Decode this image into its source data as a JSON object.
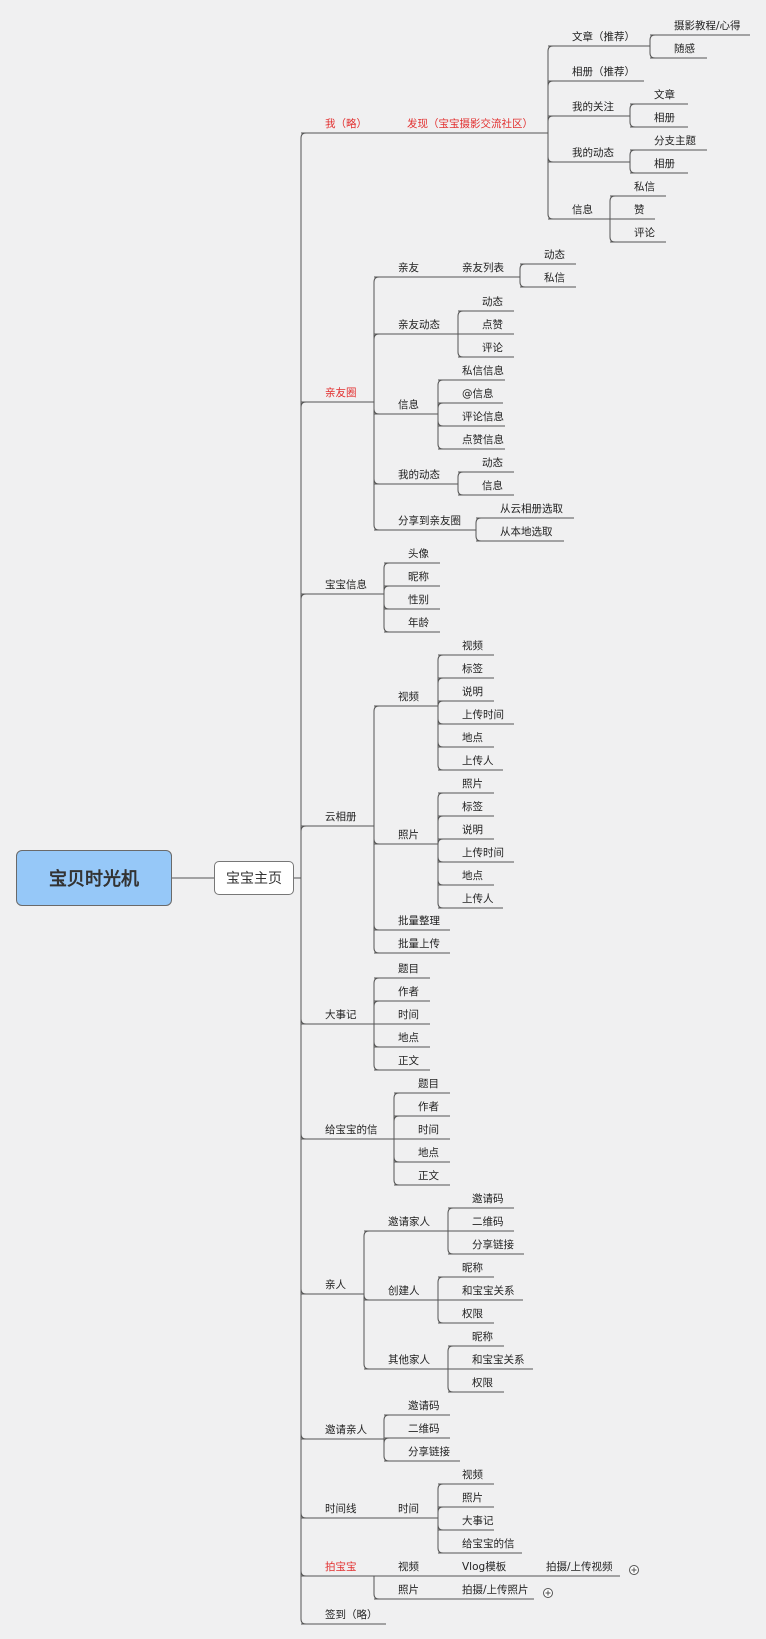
{
  "root": {
    "label": "宝贝时光机"
  },
  "main": {
    "label": "宝宝主页"
  },
  "labels": {
    "me": "我（略）",
    "discover": "发现（宝宝摄影交流社区）",
    "article_rec": "文章（推荐）",
    "photo_tutorial": "摄影教程/心得",
    "essay": "随感",
    "album_rec": "相册（推荐）",
    "my_follow": "我的关注",
    "follow_article": "文章",
    "follow_album": "相册",
    "my_dynamic": "我的动态",
    "branch_topic": "分支主题",
    "dyn_album": "相册",
    "messages": "信息",
    "private_msg": "私信",
    "like": "赞",
    "comment": "评论",
    "friends_circle": "亲友圈",
    "friends": "亲友",
    "friend_list": "亲友列表",
    "fl_dynamic": "动态",
    "fl_private": "私信",
    "friend_dynamic": "亲友动态",
    "fd_dynamic": "动态",
    "fd_like": "点赞",
    "fd_comment": "评论",
    "fc_info": "信息",
    "private_info": "私信信息",
    "at_info": "@信息",
    "comment_info": "评论信息",
    "like_info": "点赞信息",
    "fc_my_dynamic": "我的动态",
    "md_dynamic": "动态",
    "md_info": "信息",
    "share_circle": "分享到亲友圈",
    "from_cloud": "从云相册选取",
    "from_local": "从本地选取",
    "baby_info": "宝宝信息",
    "avatar": "头像",
    "nickname": "昵称",
    "gender": "性别",
    "age": "年龄",
    "cloud_album": "云相册",
    "video": "视频",
    "v_video": "视频",
    "v_tag": "标签",
    "v_desc": "说明",
    "v_time": "上传时间",
    "v_place": "地点",
    "v_uploader": "上传人",
    "photo": "照片",
    "p_photo": "照片",
    "p_tag": "标签",
    "p_desc": "说明",
    "p_time": "上传时间",
    "p_place": "地点",
    "p_uploader": "上传人",
    "batch_organize": "批量整理",
    "batch_upload": "批量上传",
    "milestones": "大事记",
    "m_title": "题目",
    "m_author": "作者",
    "m_time": "时间",
    "m_place": "地点",
    "m_body": "正文",
    "letter": "给宝宝的信",
    "l_title": "题目",
    "l_author": "作者",
    "l_time": "时间",
    "l_place": "地点",
    "l_body": "正文",
    "family": "亲人",
    "invite_family": "邀请家人",
    "if_code": "邀请码",
    "if_qr": "二维码",
    "if_link": "分享链接",
    "creator": "创建人",
    "c_nick": "昵称",
    "c_rel": "和宝宝关系",
    "c_perm": "权限",
    "other_family": "其他家人",
    "o_nick": "昵称",
    "o_rel": "和宝宝关系",
    "o_perm": "权限",
    "invite_relatives": "邀请亲人",
    "ir_code": "邀请码",
    "ir_qr": "二维码",
    "ir_link": "分享链接",
    "timeline": "时间线",
    "tl_time": "时间",
    "tl_video": "视频",
    "tl_photo": "照片",
    "tl_milestone": "大事记",
    "tl_letter": "给宝宝的信",
    "shoot_baby": "拍宝宝",
    "sb_video": "视频",
    "vlog_template": "Vlog模板",
    "shoot_upload_video": "拍摄/上传视频",
    "sb_photo": "照片",
    "shoot_upload_photo": "拍摄/上传照片",
    "checkin": "签到（略）"
  },
  "colors": {
    "root_fill": "#96c8f8",
    "highlight_text": "#e23030",
    "line": "#555555",
    "background": "#f0f0f1"
  }
}
